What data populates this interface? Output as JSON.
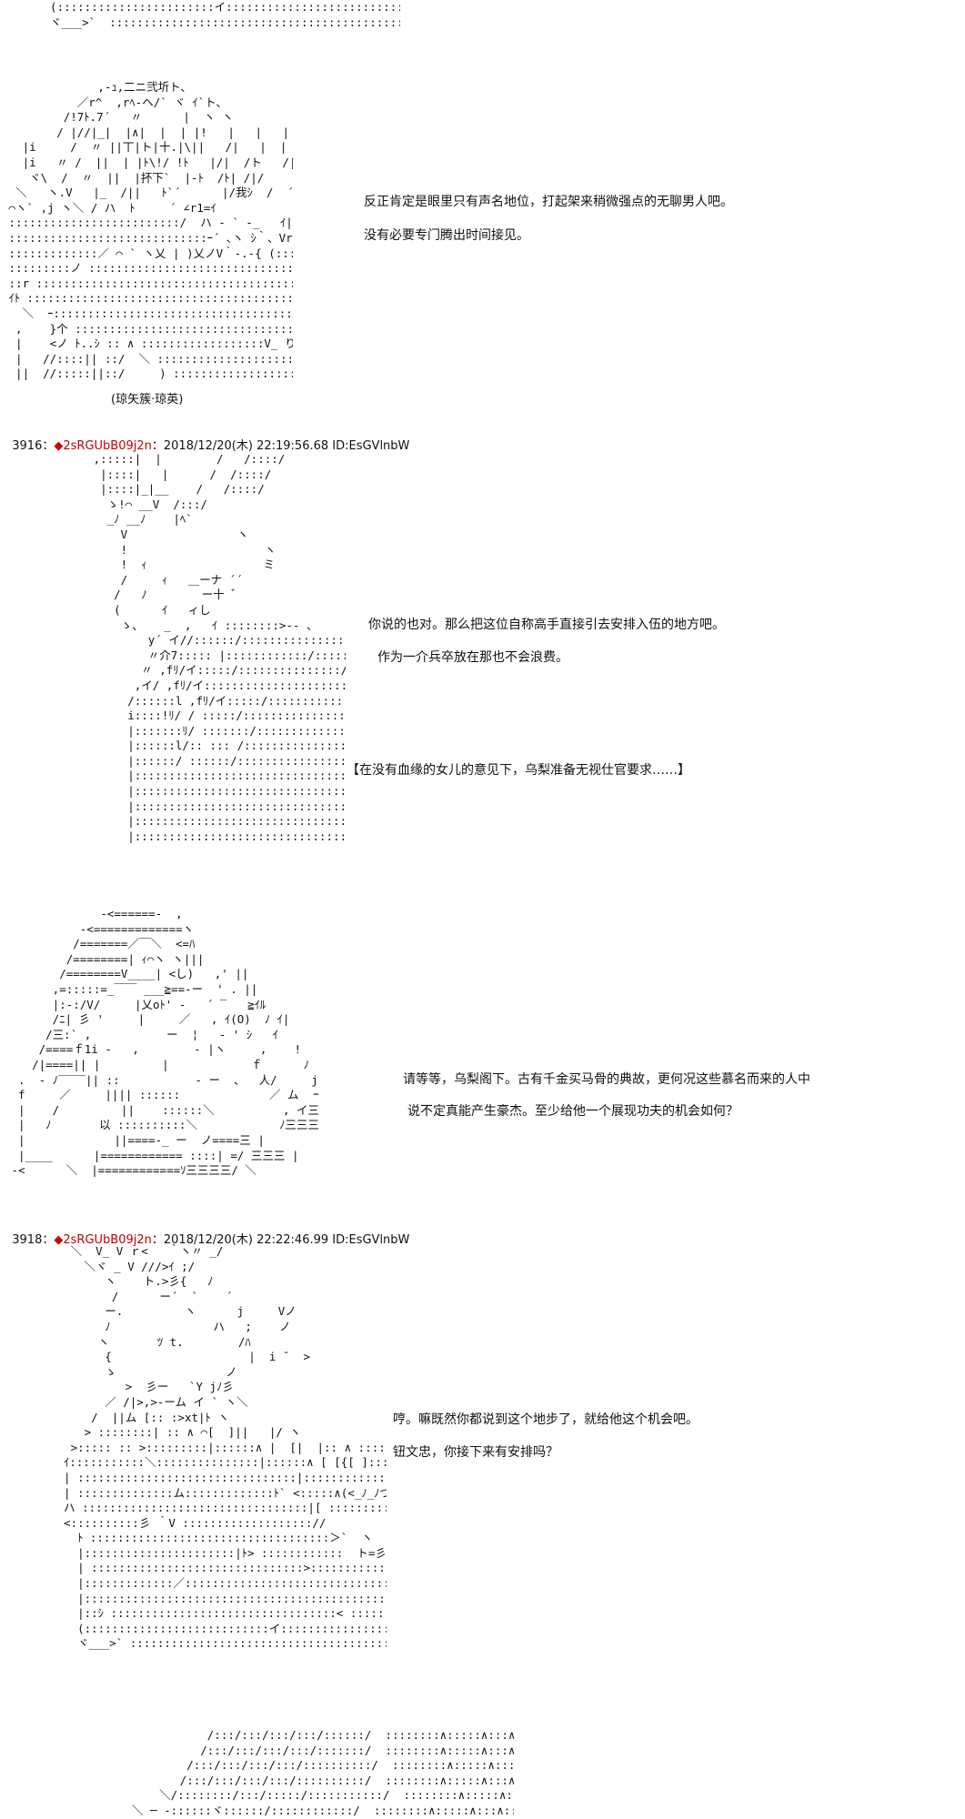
{
  "art": {
    "top_fragment": "  (:::::::::::::::::::::::イ::::::::::::::::::::::::::::::::::::::::::::::::::::彡ｲ   >  ====ノ\n  ヾ___>`  ::::::::::::::::::::::::::::::::::::::::::::::::::::::::::::::::::::::::彡ｲ",
    "hunter_mask": "              ,-ｭ,二ニ弐圻ト、\n           ／r^  ,rﾍ-ヘ/` ヾ ｲ`ト、\n         /!7ﾄ.7´   〃      |  ヽ ヽ\n        / |//|_|  |∧|  |  | |!   |   |   |\n   |i     /  〃 ||丅|ト|十.|\\||   /|   |  |  |\n   |i   〃 /  ||  | |ﾄ\\!/ !ﾄ   |/|  /ト   /|ハ//!}\n    ヾ\\  /  〃  ||  |抔下`  |-ﾄ  /ﾄ| /|/\n  ＼   ヽ.V   |_  /||   ﾄ`´      |/我ｼ  /  ´\n ⌒ヽ` ,j ヽ＼ / ハ  ﾄ     ´ ∠r1=ｲ\n :::::::::::::::::::::::::/  ハ ‐ ` ‐_   ｲ|   |:::` ヽ\n :::::::::::::::::::::::::::::ｰ´ ､ヽ ｼ｀、Vr 斤 ｨ´ノ :::::::::::::::\n :::::::::::::／ ⌒ ` ヽ乂 | )乂ノV｀-.-{ (:::::::::::::::`ヾヽ\n :::::::::ノ ::::::::::::::::::::::::::::::::::::V､ || ヽ レ::::ヽ::::::::<ヾ ｊ\n ::r ::::::::::::::::::::::::::::::::::::::::::V_ ||ｰ乃::::::::::::::ヽ ヽ〉\n ｲﾄ ::::::::::::::::::::::::::::::::::::::::V_} ri心 ::::::::::::::::ヽ\n   ＼  ｰ::::::::::::::::::::::::::::::::::::V  ｼ:-1ﾄﾄ ::::::::ノ\n  ,    }个 :::::::::::::::::::::::::::::::::V_ |   ト}  ｼ`\n  |    <ノ ﾄ..ｼ :: ∧ ::::::::::::::::::V_ り  (|:: ハ\n  |   //::::|| ::/  ＼ ::::::::::::::::::::V ¬  r :: ( ､\n  ||  //:::::||::/     ) ::::::::::::::::::::V :::::|  |  |",
    "rabbit_figure": "   ,:::::|  |        /   /::::/\n    |::::|   |      /  /::::/\n    |::::|_|__    /   /::::/\n     ゝ!⌒ __V  /:::/\n     _ﾉ __ﾉ    |ﾍ`\n       V                ヽ\n       !                    ヽ\n       !  ｨ                 ミ\n       /     ｨ   ＿ーナ ´´\n      /   ﾉ        ー十 ﾞ\n      (      ｲ   ィし\n       ゝ、   _  ,   ｲ ::::::::>-- 、\n           y´ イ//::::::/::::::::::::::::::`、\n           〃介7::::: |::::::::::::/:::::::::::::::::i\n          〃 ,fﾘ/イ:::::/:::::::::::::::/:::::::::::::::::|\n         ,イ/ ,fﾘ/イ:::::::::::::::::::::::::::::::::::::::::::|\n        /::::::l ,fﾘ/イ:::::/::::::::::::::::::::::::::ﾄ::::::::::::::::\\\n        i::::!ﾘ/ / :::::/:::::::::::::::::::::::ト:::ヽ ::::::::::::::::::}\n        |:::::::ﾘ/ :::::::/:::::::::::::::::::::::::::::::::::::::::::::::::::::::|\n        |::::::l/:: ::: /::::::::::::::::::::::::::::::.,::::::::::::::::::::::::::::{\n        |::::::/ ::::::/:::::::::::::::::::::::::::::::::::::::::::::::::::::::::::::::\n        |:::::::::::::::::::::::::::::::::::::::::::::::::::::::::::::::::::::::::::::::::|\n        |:::::::::::::::::::::::::::::::::::::::::::::::::::::  ハ ::::::::::::::::::::::\n        |::::::::::::::::::::::::::::::::::::::::::::::::::::::  ﾉ ､:::::::::::::::::::::\n        |::::::::::::::::::::::::::::::::::::::::::::::::::::::  (   ﾉ::::::::::::::::::\n        |:::::::::::::::::::::::::::::::::::::::::::::::::::::::  L  ﾉ ::::::::::::::ノ",
    "helmet_figure": "              -<======-  ,\n           -<=============ヽ\n          /=======／￣＼  <=ﾊ\n         /========| ｨ⌒ヽ ヽ|||\n        /========V____| <し)   ,' || \n       ,=:::::=_￣￣ ___≧==-ー  ' . ||\n       |:-:/V/     |乂oﾄ' -   ´ ‾   ≧ｲﾙ\n       /ﾆ| 彡 '     |     ／   , ｲ(Ο)  ﾉ ｲ|\n      /三:` ,           ー  ¦   - ' ｼ   ｲ\n     /====ｆ1i -   ,        - |ヽ     ,    !\n    /|====|| |         |            ｆ      ﾉ  }\n  .  ‐ ﾉ‾‾‾‾|| ::           - ー  、  人/     j\n  f     ／     |||| ::::::             ／ ム  ーﾆ「i\n  |    /         ||    ::::::＼          , イ三三三|\n  |   ﾉ       以 ::::::::::＼            ﾉ三三三|\n  |             ||====-_ ー  ノ====三 |\n  |____      |============ ::::| =/ 三三三 |\n -<      ＼  |============ｿ三三三三/ ＼",
    "spiky_figure": "   ＼  V_ V ｒ<   ｀ヽ〃 _/\n     ＼ヾ _ V ///>ｲ ;/\n        ヽ    ト.>彡{   ﾉ\n         /      ー´  `    ´\n        ー.         ヽ      j     Vノ\n        ﾉ               ハ   ;    ノ\n       ヽ       ﾂ t.        /ﾊ\n        {                    |  i ¯  >\n        ゝ                ノ\n           >  彡ー   `Y jﾉ彡\n        ／ /|>,>-ーム イ ` ヽ＼\n      /  ||ム [:: :>xt|ﾄ ヽ\n     > ::::::::| :: ∧ ⌒[  ]||   |/ ヽ\n   >::::: :: >:::::::::|::::::∧ |  [|  |:: ∧ :::::\\  :<\n  ｲ:::::::::::＼:::::::::::::::|::::::∧ [ [{[ ]::::::∧ :::::::::::ム/\\\n  | ::::::::::::::::::::::::::::::::|:::::::::::::∧ [ ] ]}>-r-ュマ-->vV\n  | ::::::::::::::ム:::::::::::::ﾄ` <:::::∧(<_ﾉ_ﾉつ>`  ﾉ ﾉ!\n  ハ :::::::::::::::::::::::::::::::::|[ ::::::::::::::ヽ`Y>`  ー´    ﾑ ム\n  <::::::::::彡 ｀V ::::::::::::::::::://             彡 `V :!\n    ﾄ :::::::::::::::::::::::::::::::::::＞`  ヽ   ______ <>--イ::ハ\n    |::::::::::::::::::::::|ﾄ> ::::::::::::  ト=彡/ ::::::::::ｼ·ｲ ::::::: Vﾄ\n    | :::::::::::::::::::::::::::::::>::::::::::::::V>ﾁ.. ´ :::::::::::::::::::::::::::: Vﾊ\n    |:::::::::::::／:::::::::::::::::::::::::::::::::::::::::｣::::::::::::::::::::::::::::::::::::::::＼j.\n    |::::::::::::::::::::::::::::::::::::::::::::::::::::::::::::::::::::::::::::::::::::::::::::::::::::::::[＼:::::::::::::::ヽ\n    |::ｼ :::::::::::::::::::::::::::::::::< ::::::::::::::::::::::::::::::::|  ム ::::::::::::::::V]\n    (:::::::::::::::::::::::::::イ::::::::::::::::::::::::::::::::::::::::::::::::::彡ｲ  >  ====ノ\n    ヾ___>` ::::::::::::::::::::::::::::::::::::::::::::::::::::::::::::::::::::::::::::::彡ｲ",
    "bottom_fragment": "           /:::/:::/:::/:::/::::::/  ::::::::∧:::::∧:::∧::::∧::::＼\n          /:::/:::/:::/:::/:::::::/  ::::::::∧:::::∧:::∧::::∧::::∧::＼\n        /:::/:::/:::/:::/::::::::::/  ::::::::∧:::::∧:::∧::::∧::::∧:::＼\n       /:::/:::/:::/:::/::::::::::/  ::::::::∧:::::∧:::∧::::∧::::∧:::::＼\n    ＼/::::::::/:::/:::::/:::::::::::/  ::::::::∧:::::∧:::∧::::∧::::∧:::::::＼\n＼ ─ -::::::ヾ::::::/::::::::::::/  ::::::::∧:::::∧:::∧::::∧::::∧:::::::::::::＼"
  },
  "caption": "(琼矢簇·琼英)",
  "dialog": {
    "b1_l1": "反正肯定是眼里只有声名地位，打起架来稍微强点的无聊男人吧。",
    "b1_l2": "没有必要专门腾出时间接见。",
    "b2_l1": "你说的也对。那么把这位自称高手直接引去安排入伍的地方吧。",
    "b2_l2": "作为一介兵卒放在那也不会浪费。",
    "narration": "【在没有血缘的女儿的意见下，乌梨准备无视仕官要求……】",
    "b3_l1": "请等等，乌梨阁下。古有千金买马骨的典故，更何况这些慕名而来的人中",
    "b3_l2": "说不定真能产生豪杰。至少给他一个展现功夫的机会如何？",
    "b4_l1": "哼。嘛既然你都说到这个地步了，就给他这个机会吧。",
    "b4_l2": "钮文忠，你接下来有安排吗？"
  },
  "posts": [
    {
      "number": "3916",
      "sep": "：",
      "diamond": "◆",
      "trip": "2sRGUbB09j2n",
      "rest": "：2018/12/20(木) 22:19:56.68 ID:EsGVlnbW"
    },
    {
      "number": "3918",
      "sep": "：",
      "diamond": "◆",
      "trip": "2sRGUbB09j2n",
      "rest": "：2018/12/20(木) 22:22:46.99 ID:EsGVlnbW"
    }
  ],
  "colors": {
    "text": "#111111",
    "trip": "#c00000",
    "diamond": "#d40000",
    "background": "#ffffff"
  }
}
